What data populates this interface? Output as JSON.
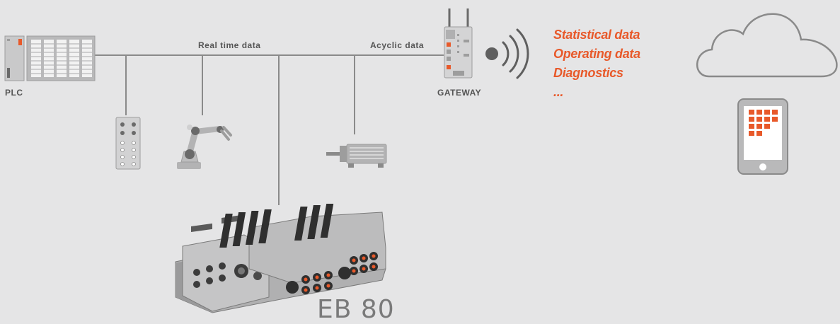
{
  "labels": {
    "plc": "PLC",
    "real_time": "Real time data",
    "acyclic": "Acyclic data",
    "gateway": "GATEWAY",
    "product": "EB 80"
  },
  "data_types": [
    "Statistical data",
    "Operating data",
    "Diagnostics",
    "..."
  ],
  "colors": {
    "background": "#e5e5e6",
    "accent": "#e8592a",
    "line": "#8a8a8a",
    "device_gray": "#9d9d9d"
  },
  "icons": [
    "plc-icon",
    "io-module-icon",
    "robot-arm-icon",
    "servo-motor-icon",
    "gateway-icon",
    "wireless-signal-icon",
    "cloud-icon",
    "smartphone-icon",
    "valve-island-icon"
  ]
}
